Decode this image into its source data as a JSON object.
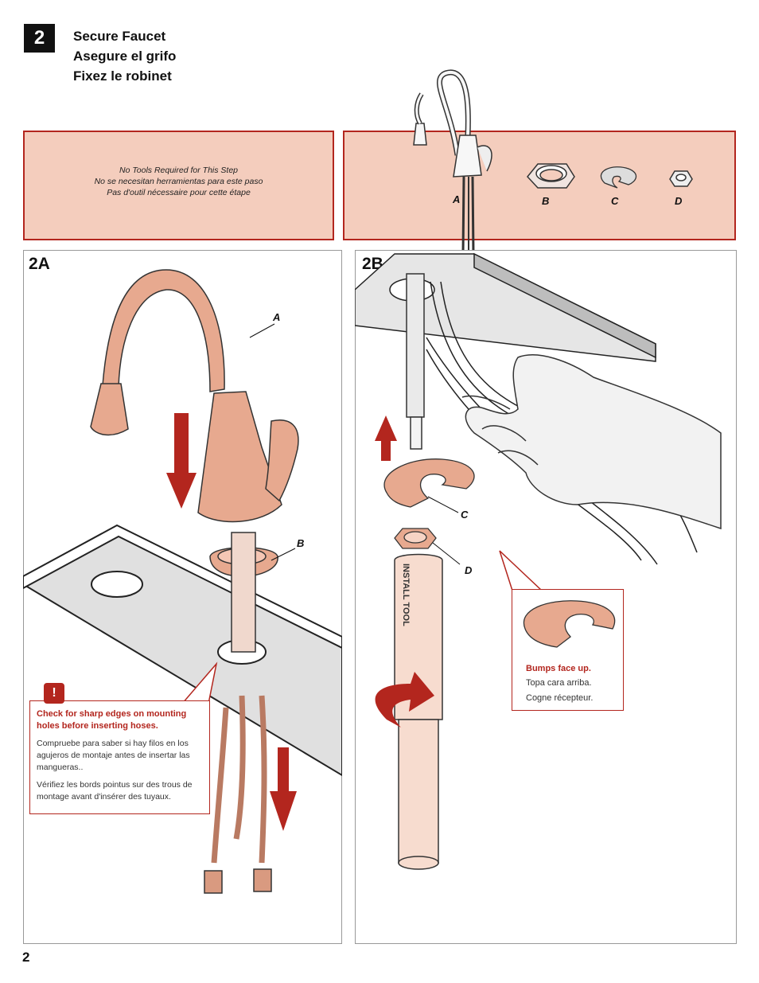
{
  "step": {
    "number": "2"
  },
  "titles": [
    "Secure Faucet",
    "Asegure el grifo",
    "Fixez le robinet"
  ],
  "tools_note": [
    "No Tools Required for This Step",
    "No se necesitan herramientas para este paso",
    "Pas d'outil nécessaire pour cette étape"
  ],
  "parts": {
    "a": "A",
    "b": "B",
    "c": "C",
    "d": "D"
  },
  "panel_a": {
    "label": "2A",
    "callout_a": "A",
    "callout_b": "B"
  },
  "panel_b": {
    "label": "2B",
    "callout_c": "C",
    "callout_d": "D",
    "tool_text": "INSTALL TOOL"
  },
  "warning": {
    "icon": "!",
    "title": "Check for sharp edges on mounting holes before inserting hoses.",
    "spanish": "Compruebe para saber si hay filos en los agujeros de montaje antes de insertar las mangueras..",
    "french": "Vérifiez les bords pointus sur des trous de montage avant d'insérer des tuyaux."
  },
  "bumps": {
    "title": "Bumps face up.",
    "spanish": "Topa cara arriba.",
    "french": "Cogne récepteur."
  },
  "page_number": "2",
  "colors": {
    "accent_red": "#b3261e",
    "pink_fill": "#f4cdbd",
    "copper": "#e7a98f"
  }
}
